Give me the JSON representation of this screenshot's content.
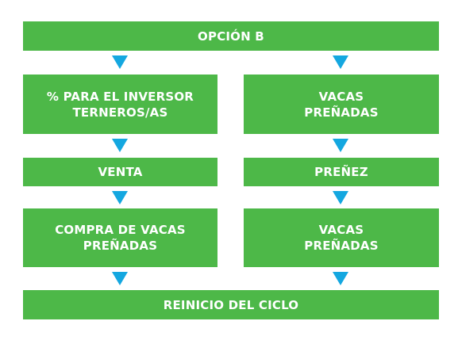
{
  "diagram": {
    "top": {
      "label": "OPCIÓN B"
    },
    "left": {
      "step1": "% PARA EL INVERSOR\nTERNEROS/AS",
      "step2": "VENTA",
      "step3": "COMPRA DE VACAS\nPREÑADAS"
    },
    "right": {
      "step1": "VACAS\nPREÑADAS",
      "step2": "PREÑEZ",
      "step3": "VACAS\nPREÑADAS"
    },
    "bottom": {
      "label": "REINICIO DEL CICLO"
    }
  },
  "colors": {
    "box_fill": "#4db848",
    "arrow_fill": "#14a7e0",
    "text": "#ffffff"
  }
}
